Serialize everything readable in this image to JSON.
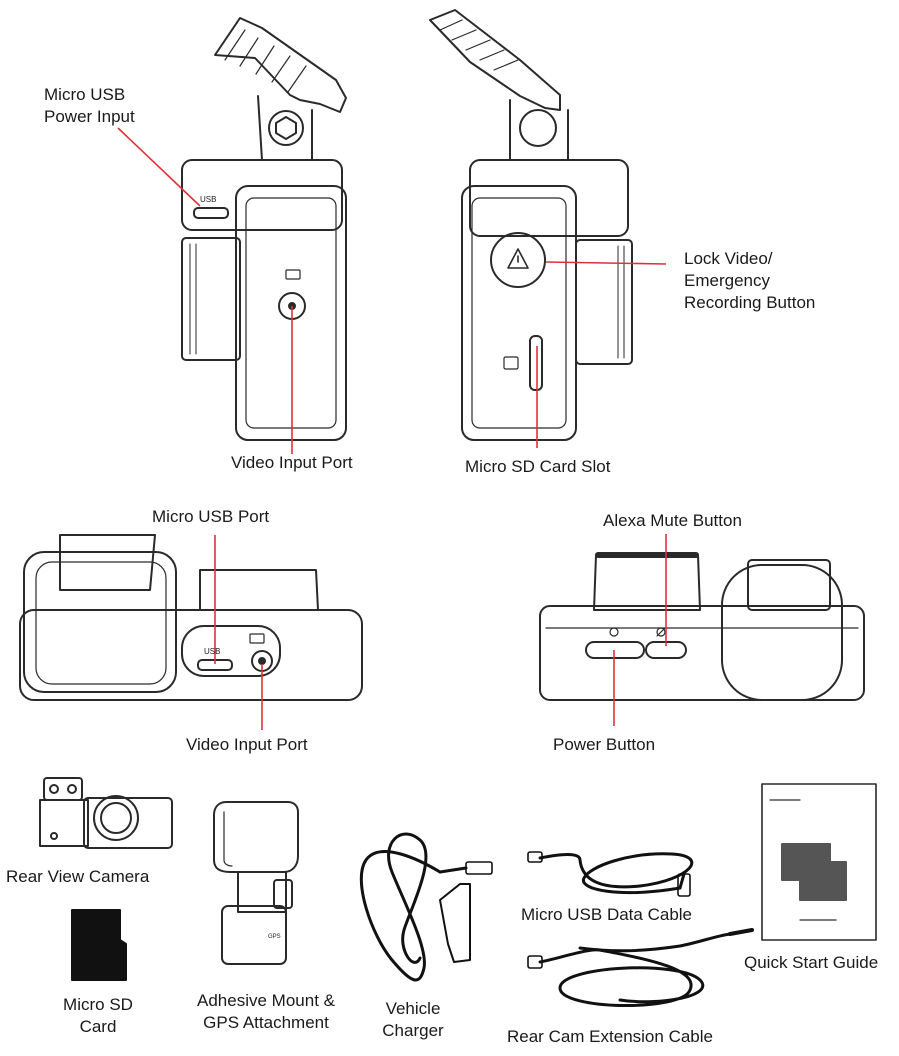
{
  "labels": {
    "micro_usb_power_input": [
      "Micro USB",
      "Power Input"
    ],
    "video_input_port_top": "Video Input Port",
    "lock_video": [
      "Lock Video/",
      "Emergency",
      "Recording Button"
    ],
    "micro_sd_card_slot": "Micro SD Card Slot",
    "micro_usb_port": "Micro USB Port",
    "video_input_port_bottom": "Video Input Port",
    "alexa_mute_button": "Alexa Mute Button",
    "power_button": "Power Button"
  },
  "device_marks": {
    "usb": "USB",
    "gps": "GPS"
  },
  "accessories": {
    "rear_view_camera": "Rear View Camera",
    "micro_sd_card": [
      "Micro SD",
      "Card"
    ],
    "adhesive_mount": [
      "Adhesive Mount &",
      "GPS Attachment"
    ],
    "vehicle_charger": [
      "Vehicle",
      "Charger"
    ],
    "micro_usb_data_cable": "Micro USB Data Cable",
    "rear_cam_extension_cable": "Rear Cam Extension Cable",
    "quick_start_guide": "Quick Start Guide"
  },
  "colors": {
    "callout": "#e0303a",
    "outline": "#2a2a2a",
    "dark": "#111111"
  }
}
